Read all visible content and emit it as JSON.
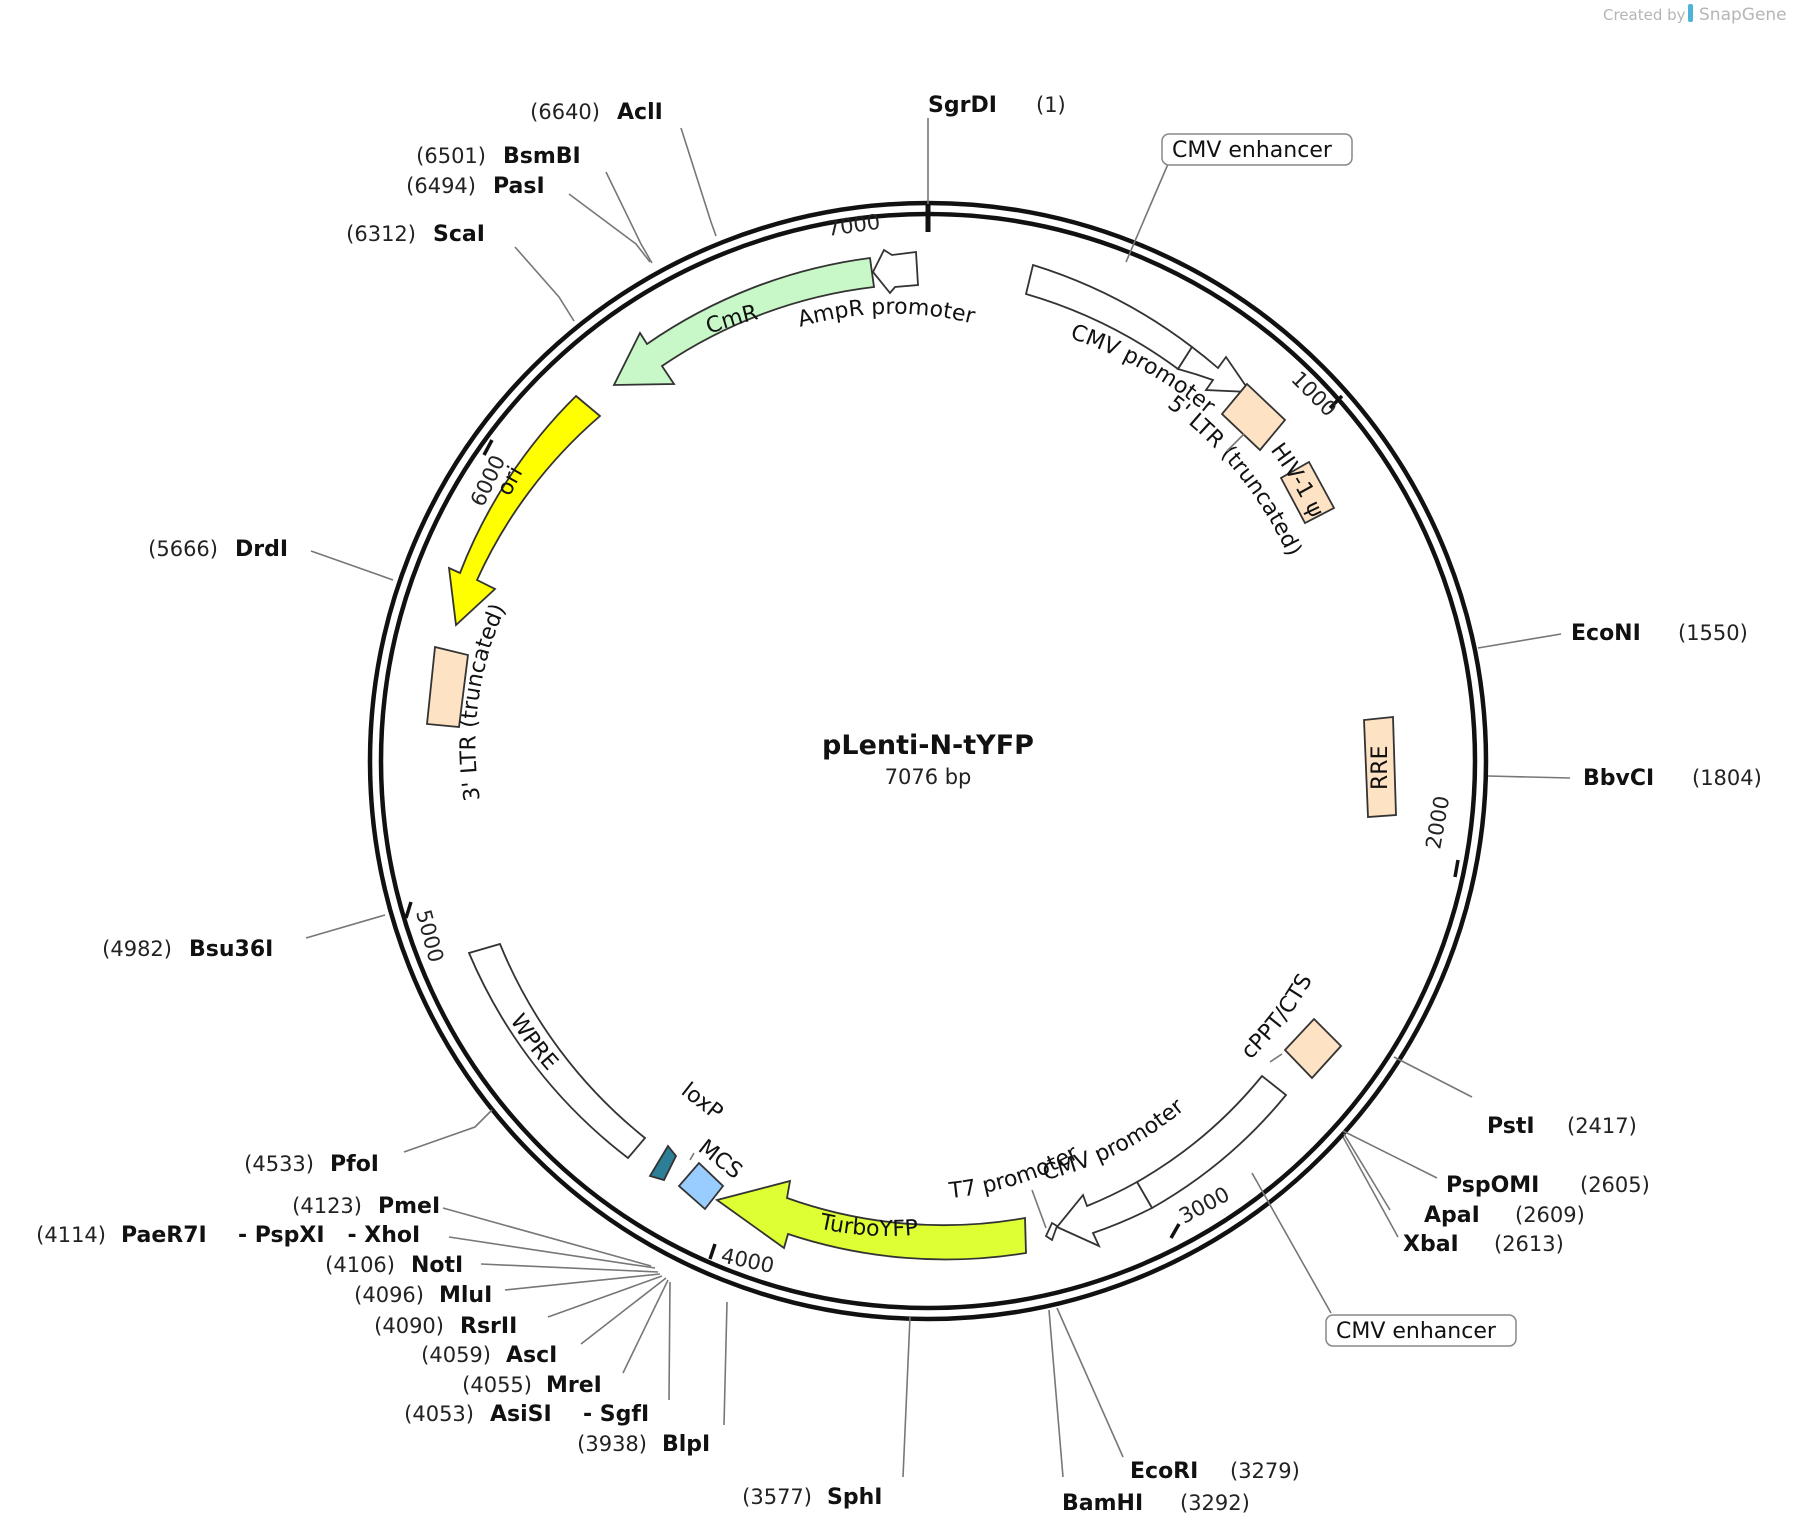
{
  "credit": {
    "prefix": "Created by",
    "brand": "SnapGene"
  },
  "plasmid": {
    "name": "pLenti-N-tYFP",
    "length_label": "7076 bp"
  },
  "ticks": [
    "7000",
    "1000",
    "2000",
    "3000",
    "4000",
    "5000",
    "6000"
  ],
  "features": [
    {
      "label": "CmR",
      "color": "#c8f7c8"
    },
    {
      "label": "AmpR promoter",
      "color": "#ffffff"
    },
    {
      "label": "CMV enhancer",
      "color": "#ffffff"
    },
    {
      "label": "CMV promoter",
      "color": "#ffffff"
    },
    {
      "label": "5' LTR (truncated)",
      "color": "#fde2c4"
    },
    {
      "label": "HIV-1 ψ",
      "color": "#fde2c4"
    },
    {
      "label": "RRE",
      "color": "#fde2c4"
    },
    {
      "label": "cPPT/CTS",
      "color": "#fde2c4"
    },
    {
      "label": "CMV enhancer",
      "color": "#ffffff"
    },
    {
      "label": "CMV promoter",
      "color": "#ffffff"
    },
    {
      "label": "T7 promoter",
      "color": "#ffffff"
    },
    {
      "label": "TurboYFP",
      "color": "#ddff33"
    },
    {
      "label": "MCS",
      "color": "#99ccff"
    },
    {
      "label": "loxP",
      "color": "#2c7f97"
    },
    {
      "label": "WPRE",
      "color": "#ffffff"
    },
    {
      "label": "3' LTR (truncated)",
      "color": "#fde2c4"
    },
    {
      "label": "ori",
      "color": "#ffff00"
    }
  ],
  "sites": [
    {
      "name": "SgrDI",
      "pos": "(1)"
    },
    {
      "name": "EcoNI",
      "pos": "(1550)"
    },
    {
      "name": "BbvCI",
      "pos": "(1804)"
    },
    {
      "name": "PstI",
      "pos": "(2417)"
    },
    {
      "name": "PspOMI",
      "pos": "(2605)"
    },
    {
      "name": "ApaI",
      "pos": "(2609)"
    },
    {
      "name": "XbaI",
      "pos": "(2613)"
    },
    {
      "name": "EcoRI",
      "pos": "(3279)"
    },
    {
      "name": "BamHI",
      "pos": "(3292)"
    },
    {
      "name": "SphI",
      "pos": "(3577)"
    },
    {
      "name": "BlpI",
      "pos": "(3938)"
    },
    {
      "name": "AsiSI",
      "pos": "(4053)",
      "extra": "- SgfI"
    },
    {
      "name": "MreI",
      "pos": "(4055)"
    },
    {
      "name": "AscI",
      "pos": "(4059)"
    },
    {
      "name": "RsrII",
      "pos": "(4090)"
    },
    {
      "name": "MluI",
      "pos": "(4096)"
    },
    {
      "name": "NotI",
      "pos": "(4106)"
    },
    {
      "name": "PaeR7I",
      "pos": "(4114)",
      "extra": "- PspXI   - XhoI"
    },
    {
      "name": "PmeI",
      "pos": "(4123)"
    },
    {
      "name": "PfoI",
      "pos": "(4533)"
    },
    {
      "name": "Bsu36I",
      "pos": "(4982)"
    },
    {
      "name": "DrdI",
      "pos": "(5666)"
    },
    {
      "name": "ScaI",
      "pos": "(6312)"
    },
    {
      "name": "PasI",
      "pos": "(6494)"
    },
    {
      "name": "BsmBI",
      "pos": "(6501)"
    },
    {
      "name": "AclI",
      "pos": "(6640)"
    }
  ]
}
